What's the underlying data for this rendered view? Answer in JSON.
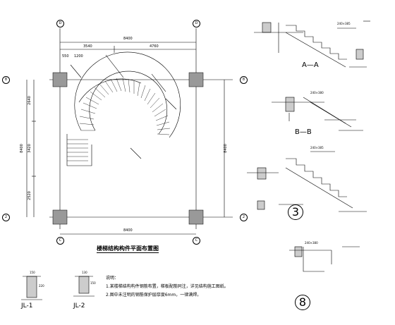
{
  "plan": {
    "title": "楼梯结构构件平面布置图",
    "dims_top": {
      "total": "8400",
      "left": "3540",
      "right": "4760"
    },
    "dims_bottom": {
      "total": "8400"
    },
    "dims_left": {
      "total": "8400",
      "seg_top": "2640",
      "seg_mid": "3420",
      "seg_bot": "2520"
    },
    "dims_right": {
      "total": "8400"
    },
    "small_dims": {
      "a": "550",
      "b": "1200"
    },
    "grid_labels": {
      "top": "D",
      "bottom": "C",
      "left_top": "8",
      "right_top": "8",
      "left_bottom": "2",
      "right_bottom": "2"
    }
  },
  "sections": {
    "a_a": "A—A",
    "b_b": "B—B",
    "circle3": "3",
    "circle8": "8",
    "dims": {
      "d1": "240×380",
      "d2": "240×385",
      "d3": "240×385",
      "d4": "240×380"
    }
  },
  "beams": {
    "jl1": "JL-1",
    "jl2": "JL-2",
    "jl1_h": "220",
    "jl2_h": "150",
    "jl1_w": "150",
    "jl2_w": "130"
  },
  "notes": {
    "heading": "说明：",
    "line1": "1.某楼梯结构构件钢筋布置，梯板配筋同注，详见结构施工图纸。",
    "line2": "2.图中未注明的钢筋保护层厚度6mm，一律满焊。"
  }
}
